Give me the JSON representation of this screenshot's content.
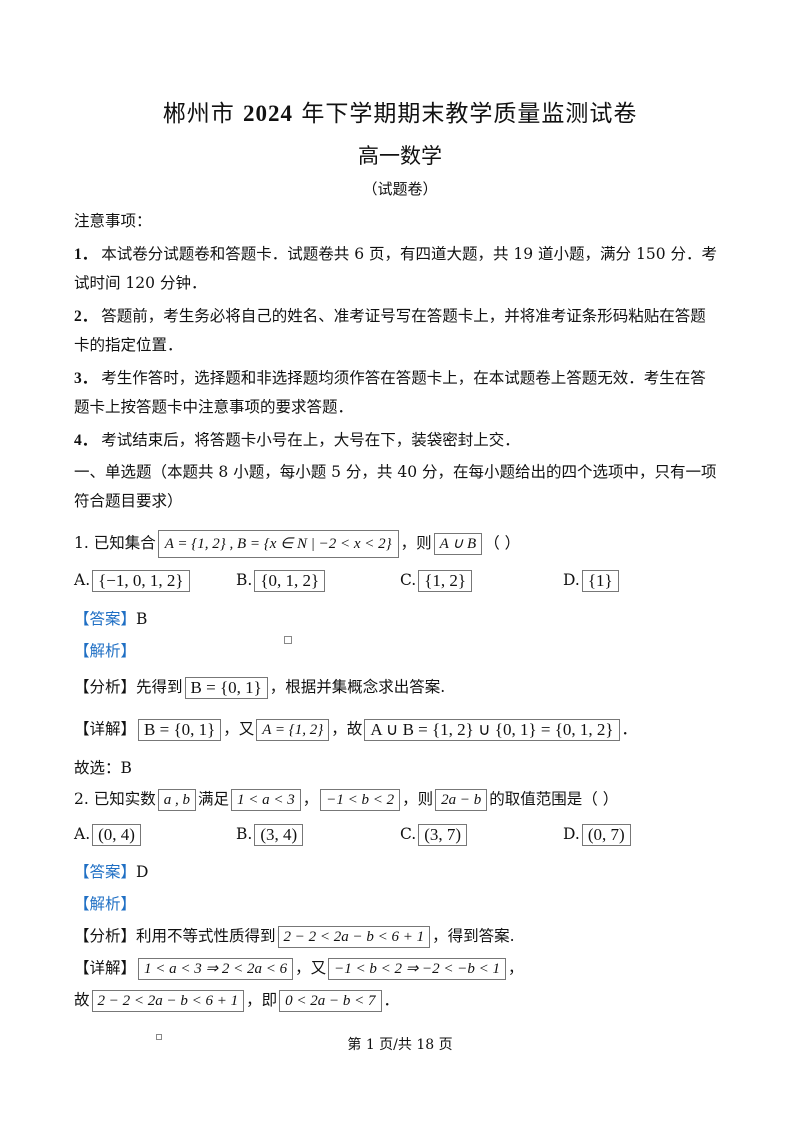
{
  "header": {
    "title_a": "郴州市",
    "title_year": "2024",
    "title_b": "年下学期期末教学质量监测试卷",
    "subtitle": "高一数学",
    "paper_type": "（试题卷）"
  },
  "notice": {
    "heading": "注意事项：",
    "items": [
      {
        "num": "1．",
        "line1": "本试卷分试题卷和答题卡．试题卷共 6 页，有四道大题，共 19 道小题，满分 150 分．考",
        "line2": "试时间 120 分钟．"
      },
      {
        "num": "2．",
        "line1": "答题前，考生务必将自己的姓名、准考证号写在答题卡上，并将准考证条形码粘贴在答题",
        "line2": "卡的指定位置．"
      },
      {
        "num": "3．",
        "line1": "考生作答时，选择题和非选择题均须作答在答题卡上，在本试题卷上答题无效．考生在答",
        "line2": "题卡上按答题卡中注意事项的要求答题．"
      },
      {
        "num": "4．",
        "line1": "考试结束后，将答题卡小号在上，大号在下，装袋密封上交．",
        "line2": ""
      }
    ]
  },
  "section": {
    "line1": "一、单选题（本题共 8 小题，每小题 5 分，共 40 分，在每小题给出的四个选项中，只有一项",
    "line2": "符合题目要求）"
  },
  "q1": {
    "prefix": "1. 已知集合",
    "set_expr": "A = {1, 2} , B = {x ∈ N | −2 < x < 2}",
    "mid": "，则",
    "union": "A ∪ B",
    "suffix": "（  ）",
    "options": [
      {
        "letter": "A.",
        "value": "{−1, 0, 1, 2}"
      },
      {
        "letter": "B.",
        "value": "{0, 1, 2}"
      },
      {
        "letter": "C.",
        "value": "{1, 2}"
      },
      {
        "letter": "D.",
        "value": "{1}"
      }
    ],
    "answer_tag": "【答案】",
    "answer": "B",
    "analysis_tag": "【解析】",
    "fenxi_tag": "【分析】",
    "fenxi_a": "先得到",
    "fenxi_expr": "B = {0, 1}",
    "fenxi_b": "，根据并集概念求出答案.",
    "detail_tag": "【详解】",
    "detail_expr1": "B = {0, 1}",
    "detail_a": "，又",
    "detail_expr2": "A = {1, 2}",
    "detail_b": "，故",
    "detail_expr3": "A ∪ B = {1, 2} ∪ {0, 1} = {0, 1, 2}",
    "detail_c": "．",
    "conclusion": "故选：B"
  },
  "q2": {
    "prefix": "2. 已知实数",
    "vars": "a , b",
    "mid1": "满足",
    "cond1": "1 < a < 3",
    "sep": "，",
    "cond2": "−1 < b < 2",
    "mid2": "，则",
    "target": "2a − b",
    "suffix": "的取值范围是（     ）",
    "options": [
      {
        "letter": "A.",
        "value": "(0, 4)"
      },
      {
        "letter": "B.",
        "value": "(3, 4)"
      },
      {
        "letter": "C.",
        "value": "(3, 7)"
      },
      {
        "letter": "D.",
        "value": "(0, 7)"
      }
    ],
    "answer_tag": "【答案】",
    "answer": "D",
    "analysis_tag": "【解析】",
    "fenxi_tag": "【分析】",
    "fenxi_a": "利用不等式性质得到",
    "fenxi_expr": "2 − 2 < 2a − b < 6 + 1",
    "fenxi_b": "，得到答案.",
    "detail_tag": "【详解】",
    "detail_expr1": "1 < a < 3 ⇒ 2 < 2a < 6",
    "detail_a": "，又",
    "detail_expr2": "−1 < b < 2 ⇒ −2 < −b < 1",
    "detail_b": "，",
    "final_a": "故",
    "final_expr1": "2 − 2 < 2a − b < 6 + 1",
    "final_b": "，即",
    "final_expr2": "0 < 2a − b < 7",
    "final_c": "．"
  },
  "footer": "第 1 页/共 18 页"
}
